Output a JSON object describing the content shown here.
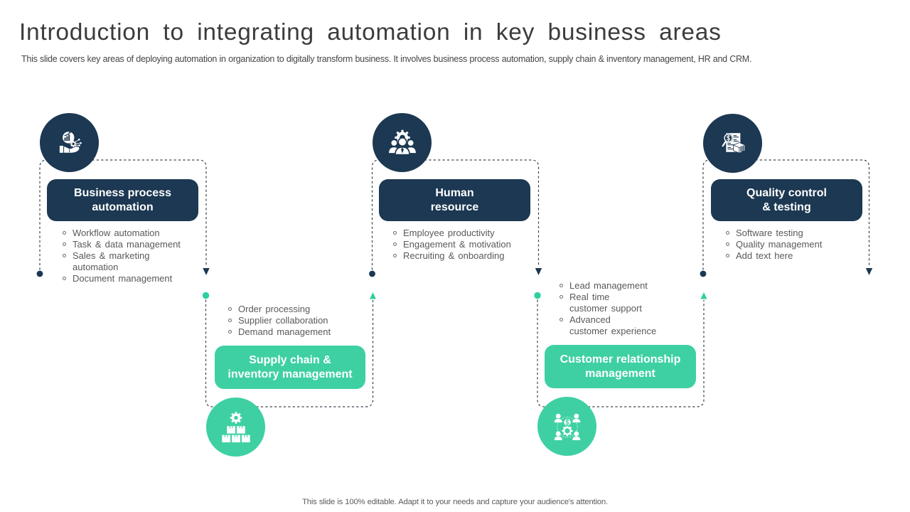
{
  "slide": {
    "title": "Introduction to integrating automation in key business areas",
    "subtitle": "This slide covers key areas of deploying automation in organization to digitally transform business. It involves business process automation, supply chain & inventory management, HR and CRM.",
    "footer": "This slide is 100% editable. Adapt it to your needs and capture your audience's attention."
  },
  "colors": {
    "navy": "#1c3852",
    "green": "#3ed0a3",
    "green_accent": "#2ecfa0",
    "dash": "#3a434d",
    "title_text": "#3c3c3c",
    "body_text": "#595959",
    "box_text": "#ffffff"
  },
  "sections": [
    {
      "id": "business-process-automation",
      "placement": "top",
      "icon": "hand-growth-gear-icon",
      "title": "Business process automation",
      "title_lines": [
        "Business process",
        "automation"
      ],
      "bullets": [
        [
          "Workflow automation"
        ],
        [
          "Task & data management"
        ],
        [
          "Sales & marketing",
          "automation"
        ],
        [
          "Document management"
        ]
      ]
    },
    {
      "id": "supply-chain-inventory-management",
      "placement": "bottom",
      "icon": "gear-packages-icon",
      "title": "Supply chain & inventory management",
      "title_lines": [
        "Supply chain &",
        "inventory management"
      ],
      "bullets": [
        [
          "Order processing"
        ],
        [
          "Supplier collaboration"
        ],
        [
          "Demand management"
        ]
      ]
    },
    {
      "id": "human-resource",
      "placement": "top",
      "icon": "team-gear-icon",
      "title": "Human resource",
      "title_lines": [
        "Human",
        "resource"
      ],
      "bullets": [
        [
          "Employee productivity"
        ],
        [
          "Engagement & motivation"
        ],
        [
          "Recruiting & onboarding"
        ]
      ]
    },
    {
      "id": "customer-relationship-management",
      "placement": "bottom",
      "icon": "customers-network-gear-icon",
      "title": "Customer relationship management",
      "title_lines": [
        "Customer relationship",
        "management"
      ],
      "bullets": [
        [
          "Lead management"
        ],
        [
          "Real time",
          "customer support"
        ],
        [
          "Advanced",
          "customer experience"
        ]
      ]
    },
    {
      "id": "quality-control-testing",
      "placement": "top",
      "icon": "report-magnifier-cube-icon",
      "title": "Quality control & testing",
      "title_lines": [
        "Quality control",
        "& testing"
      ],
      "bullets": [
        [
          "Software testing"
        ],
        [
          "Quality management"
        ],
        [
          "Add text here"
        ]
      ]
    }
  ]
}
